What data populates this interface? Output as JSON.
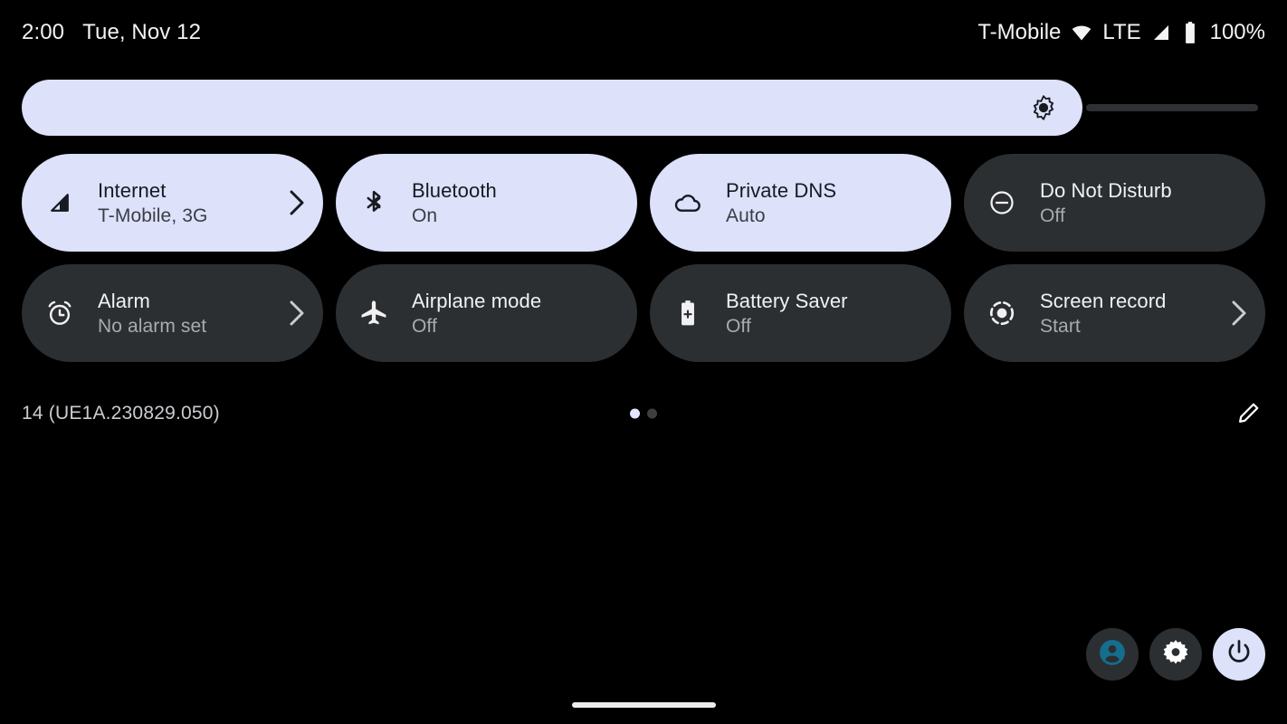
{
  "status_bar": {
    "time": "2:00",
    "date": "Tue, Nov 12",
    "carrier": "T-Mobile",
    "network_type": "LTE",
    "battery_percent": "100%",
    "icons": [
      "wifi-icon",
      "signal-icon",
      "battery-icon"
    ]
  },
  "brightness": {
    "name": "brightness-slider",
    "icon": "brightness-icon",
    "value_percent": 85
  },
  "tiles": [
    {
      "name": "internet",
      "icon": "signal-cellular-icon",
      "title": "Internet",
      "subtitle": "T-Mobile, 3G",
      "state": "on",
      "has_chevron": true
    },
    {
      "name": "bluetooth",
      "icon": "bluetooth-icon",
      "title": "Bluetooth",
      "subtitle": "On",
      "state": "on",
      "has_chevron": false
    },
    {
      "name": "private-dns",
      "icon": "cloud-icon",
      "title": "Private DNS",
      "subtitle": "Auto",
      "state": "on",
      "has_chevron": false
    },
    {
      "name": "do-not-disturb",
      "icon": "do-not-disturb-icon",
      "title": "Do Not Disturb",
      "subtitle": "Off",
      "state": "off",
      "has_chevron": false
    },
    {
      "name": "alarm",
      "icon": "alarm-clock-icon",
      "title": "Alarm",
      "subtitle": "No alarm set",
      "state": "off",
      "has_chevron": true
    },
    {
      "name": "airplane-mode",
      "icon": "airplane-icon",
      "title": "Airplane mode",
      "subtitle": "Off",
      "state": "off",
      "has_chevron": false
    },
    {
      "name": "battery-saver",
      "icon": "battery-plus-icon",
      "title": "Battery Saver",
      "subtitle": "Off",
      "state": "off",
      "has_chevron": false
    },
    {
      "name": "screen-record",
      "icon": "record-icon",
      "title": "Screen record",
      "subtitle": "Start",
      "state": "off",
      "has_chevron": true
    }
  ],
  "footer": {
    "build_label": "14 (UE1A.230829.050)",
    "page_dots": {
      "count": 2,
      "active_index": 0
    },
    "edit_icon": "pencil-icon"
  },
  "action_buttons": [
    {
      "name": "user-switcher-button",
      "icon": "account-circle-icon",
      "style": "dark"
    },
    {
      "name": "settings-button",
      "icon": "gear-icon",
      "style": "dark"
    },
    {
      "name": "power-button",
      "icon": "power-icon",
      "style": "light"
    }
  ],
  "colors": {
    "background": "#000000",
    "tile_on": "#dde1fa",
    "tile_off": "#2c2f31",
    "accent_user": "#156e8e",
    "text_light": "#f1f1f3",
    "text_dark": "#171a21"
  },
  "gesture_handle": {
    "name": "home-gesture-handle"
  }
}
